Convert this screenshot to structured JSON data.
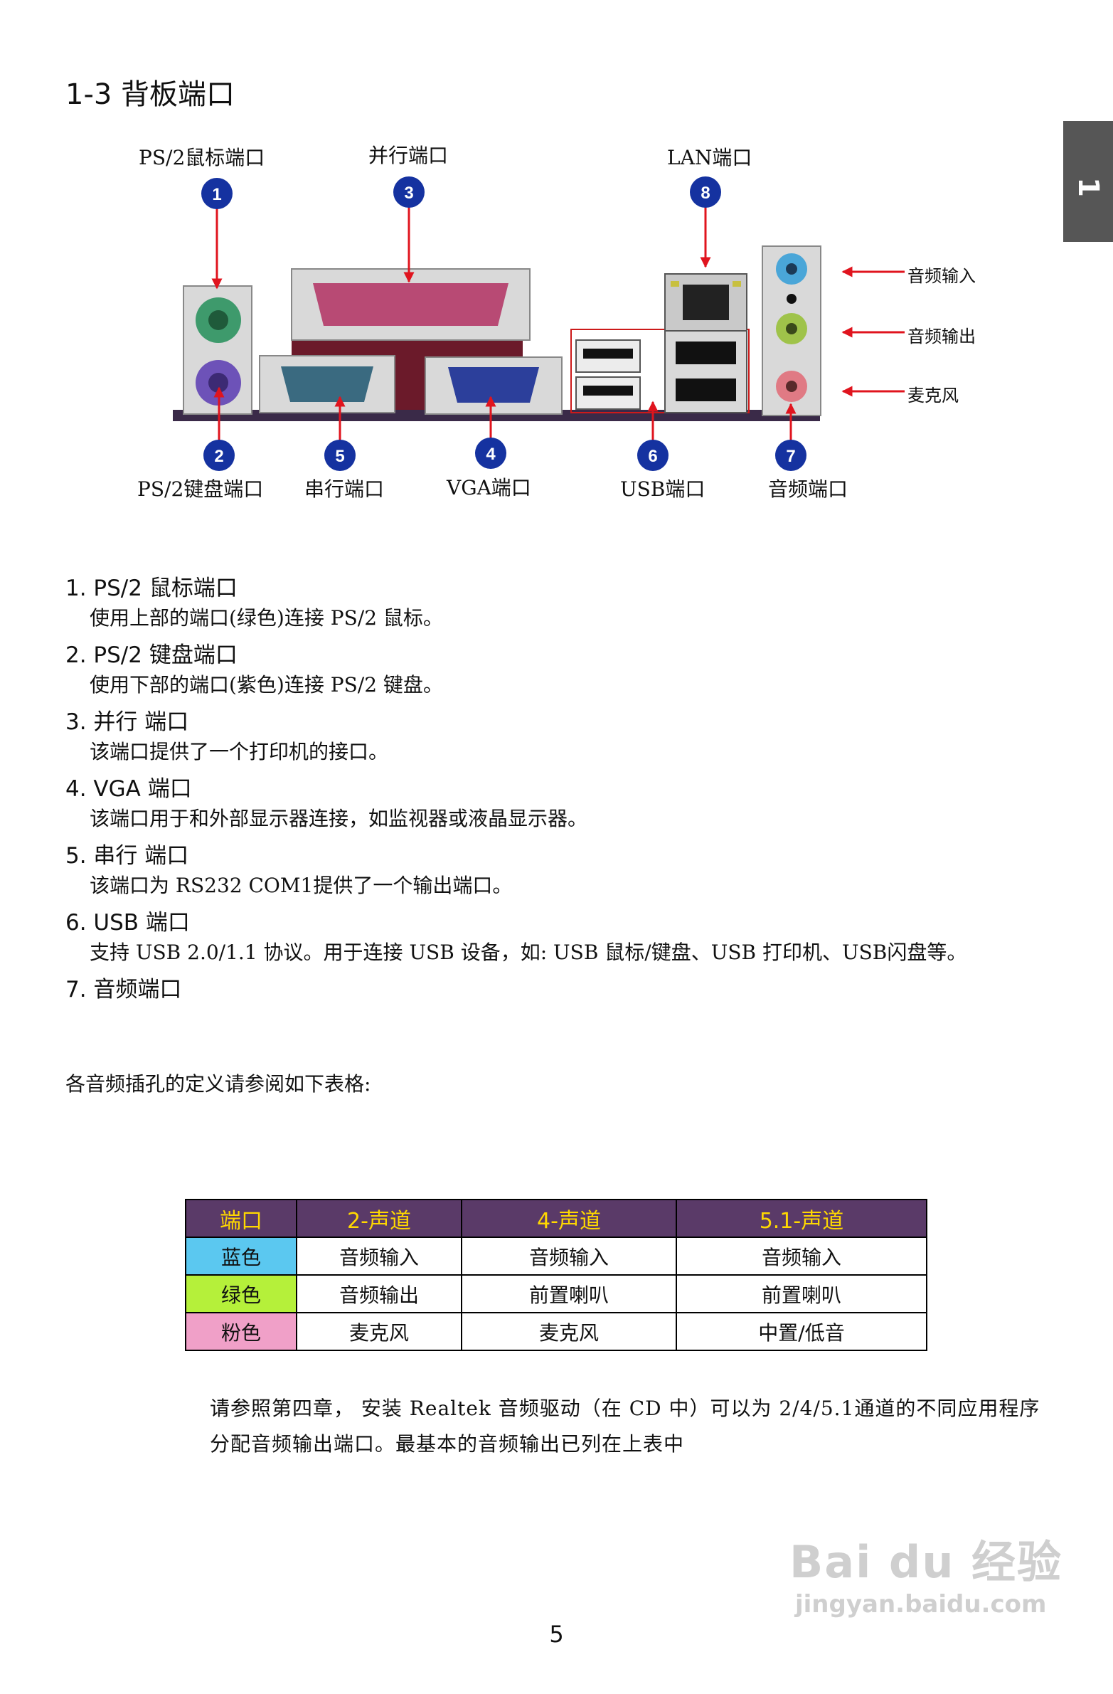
{
  "section_title": "1-3 背板端口",
  "side_tab": "1",
  "diagram": {
    "labels": {
      "ps2_mouse": "PS/2鼠标端口",
      "parallel": "并行端口",
      "lan": "LAN端口",
      "ps2_keyboard": "PS/2键盘端口",
      "serial": "串行端口",
      "vga": "VGA端口",
      "usb": "USB端口",
      "audio": "音频端口"
    },
    "badges": [
      "1",
      "2",
      "3",
      "4",
      "5",
      "6",
      "7",
      "8"
    ],
    "audio_jacks": {
      "line_in": "音频输入",
      "line_out": "音频输出",
      "mic": "麦克风"
    },
    "colors": {
      "badge": "#1532a0",
      "arrow": "#e0141e",
      "ps2_mouse": "#3e9a6c",
      "ps2_keyboard": "#6d52b8",
      "parallel": "#b84a74",
      "serial": "#3a6a80",
      "vga": "#2c3f9b",
      "jack_blue": "#4aa6d8",
      "jack_green": "#9fc34a",
      "jack_pink": "#e07a84"
    }
  },
  "items": [
    {
      "heading": "1. PS/2 鼠标端口",
      "desc": "使用上部的端口(绿色)连接 PS/2 鼠标。"
    },
    {
      "heading": "2. PS/2 键盘端口",
      "desc": "使用下部的端口(紫色)连接 PS/2 键盘。"
    },
    {
      "heading": "3. 并行 端口",
      "desc": "该端口提供了一个打印机的接口。"
    },
    {
      "heading": "4. VGA 端口",
      "desc": "该端口用于和外部显示器连接，如监视器或液晶显示器。"
    },
    {
      "heading": "5. 串行 端口",
      "desc": "该端口为  RS232 COM1提供了一个输出端口。"
    },
    {
      "heading": "6. USB 端口",
      "desc": "支持 USB 2.0/1.1 协议。用于连接 USB 设备，如: USB 鼠标/键盘、USB 打印机、USB闪盘等。"
    },
    {
      "heading": "7. 音频端口",
      "desc": ""
    }
  ],
  "table_intro": "各音频插孔的定义请参阅如下表格:",
  "audio_table": {
    "headers": [
      "端口",
      "2-声道",
      "4-声道",
      "5.1-声道"
    ],
    "rows": [
      {
        "port": "蓝色",
        "color": "#5bc8f0",
        "ch2": "音频输入",
        "ch4": "音频输入",
        "ch51": "音频输入"
      },
      {
        "port": "绿色",
        "color": "#b5f03a",
        "ch2": "音频输出",
        "ch4": "前置喇叭",
        "ch51": "前置喇叭"
      },
      {
        "port": "粉色",
        "color": "#f0a0c8",
        "ch2": "麦克风",
        "ch4": "麦克风",
        "ch51": "中置/低音"
      }
    ],
    "header_bg": "#5a3a68",
    "header_text": "#ffd800"
  },
  "note": "请参照第四章， 安装 Realtek 音频驱动（在 CD 中）可以为 2/4/5.1通道的不同应用程序分配音频输出端口。最基本的音频输出已列在上表中",
  "page_number": "5",
  "watermark": {
    "main": "Bai du 经验",
    "url": "jingyan.baidu.com"
  }
}
